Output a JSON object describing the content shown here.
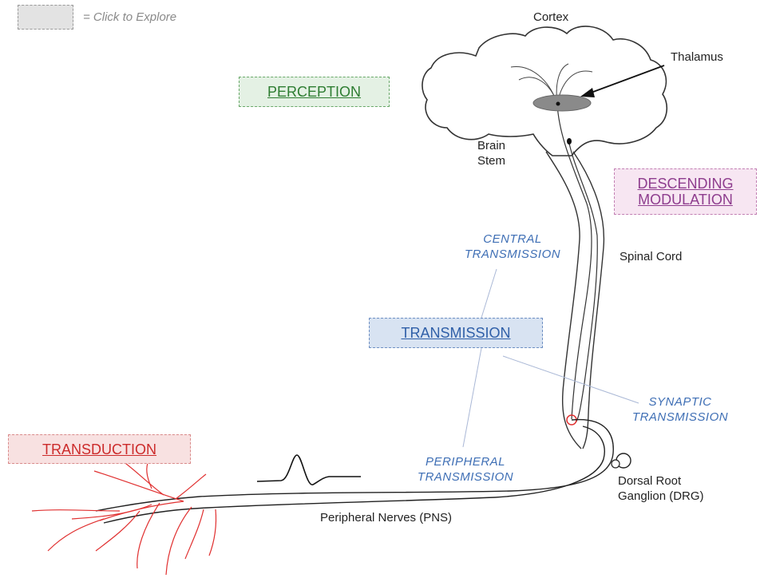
{
  "legend": {
    "text": "= Click to Explore"
  },
  "boxes": {
    "perception": "PERCEPTION",
    "descending_line1": "DESCENDING",
    "descending_line2": "MODULATION",
    "transmission": "TRANSMISSION",
    "transduction": "TRANSDUCTION"
  },
  "labels": {
    "cortex": "Cortex",
    "thalamus": "Thalamus",
    "brain_stem_line1": "Brain",
    "brain_stem_line2": "Stem",
    "spinal_cord": "Spinal Cord",
    "drg_line1": "Dorsal Root",
    "drg_line2": "Ganglion (DRG)",
    "pns": "Peripheral Nerves (PNS)",
    "central_line1": "CENTRAL",
    "central_line2": "TRANSMISSION",
    "synaptic_line1": "SYNAPTIC",
    "synaptic_line2": "TRANSMISSION",
    "peripheral_line1": "PERIPHERAL",
    "peripheral_line2": "TRANSMISSION"
  },
  "colors": {
    "perception": "#2e7d32",
    "descending": "#8e3d8e",
    "transmission": "#2f5fa8",
    "transduction": "#cc2b2b",
    "nerve_endings": "#e03030"
  }
}
